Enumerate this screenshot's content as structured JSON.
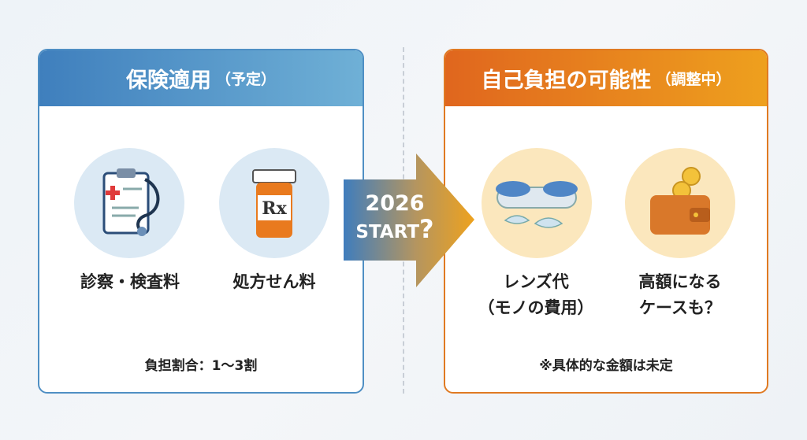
{
  "left_panel": {
    "title": "保険適用",
    "title_note": "（予定）",
    "items": [
      {
        "label": "診察・検査料",
        "icon": "clipboard-stethoscope-icon"
      },
      {
        "label": "処方せん料",
        "icon": "prescription-bottle-icon"
      }
    ],
    "footer": "負担割合：1〜3割"
  },
  "arrow": {
    "year": "2026",
    "text": "START",
    "mark": "?"
  },
  "right_panel": {
    "title": "自己負担の可能性",
    "title_note": "（調整中）",
    "items": [
      {
        "line1": "レンズ代",
        "line2": "（モノの費用）",
        "icon": "contact-lens-case-icon"
      },
      {
        "line1": "高額になる",
        "line2": "ケースも？",
        "icon": "wallet-coins-icon"
      }
    ],
    "footer": "※具体的な金額は未定"
  },
  "colors": {
    "blue": "#3f7fbd",
    "orange": "#e0661e"
  }
}
